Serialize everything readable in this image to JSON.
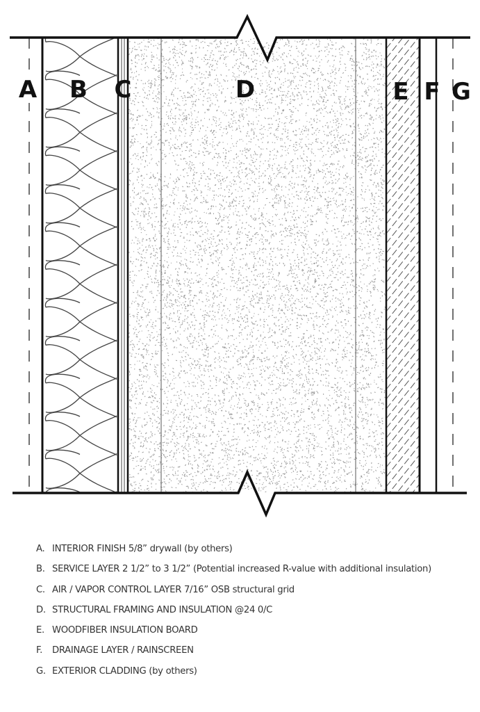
{
  "diagram": {
    "layer_labels": [
      "A",
      "B",
      "C",
      "D",
      "E",
      "F",
      "G"
    ],
    "colors": {
      "line": "#111111",
      "stipple": "#9a9a9a",
      "hatch": "#555555"
    }
  },
  "legend": [
    {
      "key": "A.",
      "text": "INTERIOR FINISH 5/8” drywall (by others)"
    },
    {
      "key": "B.",
      "text": "SERVICE LAYER 2 1/2” to 3 1/2” (Potential increased R-value with additional insulation)"
    },
    {
      "key": "C.",
      "text": "AIR / VAPOR CONTROL LAYER 7/16” OSB structural grid"
    },
    {
      "key": "D.",
      "text": "STRUCTURAL FRAMING AND INSULATION @24 0/C"
    },
    {
      "key": "E.",
      "text": "WOODFIBER INSULATION BOARD"
    },
    {
      "key": "F.",
      "text": "DRAINAGE LAYER / RAINSCREEN"
    },
    {
      "key": "G.",
      "text": "EXTERIOR CLADDING (by others)"
    }
  ]
}
